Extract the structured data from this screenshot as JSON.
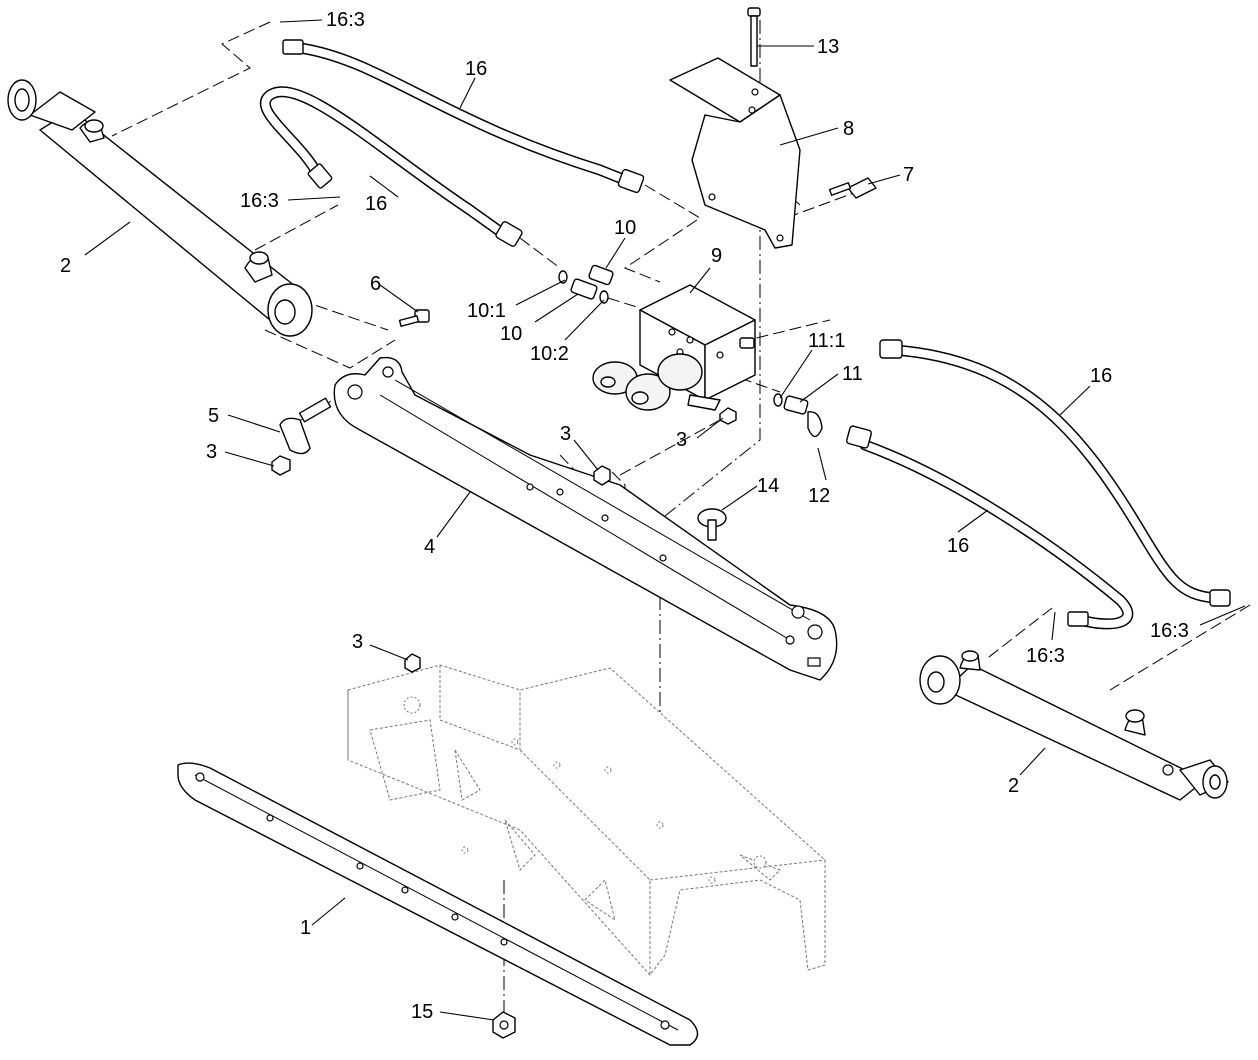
{
  "callouts": {
    "c_16_3_top": "16:3",
    "c_13": "13",
    "c_16_top": "16",
    "c_8": "8",
    "c_7": "7",
    "c_16_3_left": "16:3",
    "c_16_left": "16",
    "c_2_left": "2",
    "c_10_top": "10",
    "c_9": "9",
    "c_6": "6",
    "c_10_1": "10:1",
    "c_10_mid": "10",
    "c_10_2": "10:2",
    "c_11_1": "11:1",
    "c_11": "11",
    "c_16_right": "16",
    "c_5": "5",
    "c_3_a": "3",
    "c_3_b": "3",
    "c_3_c": "3",
    "c_12": "12",
    "c_14": "14",
    "c_4": "4",
    "c_16_lower": "16",
    "c_16_3_rlow": "16:3",
    "c_16_3_rfar": "16:3",
    "c_3_d": "3",
    "c_2_right": "2",
    "c_1": "1",
    "c_15": "15"
  }
}
